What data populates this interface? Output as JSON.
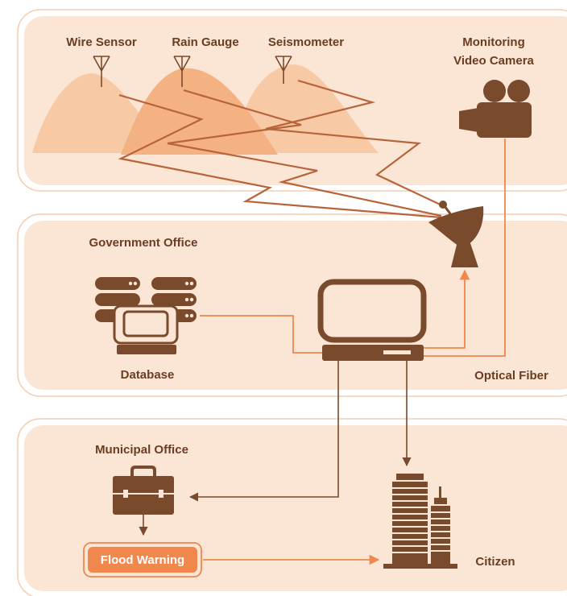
{
  "colors": {
    "panel_fill": "#fbe5d4",
    "panel_stroke": "#f3cdb3",
    "mountain_light": "#f7c9a4",
    "mountain_mid": "#f4b182",
    "brown": "#7a4a2c",
    "signal_line": "#b8643a",
    "orange": "#f0874d",
    "label": "#6b3d22"
  },
  "sections": {
    "sensing": {
      "sensors": [
        "Wire Sensor",
        "Rain Gauge",
        "Seismometer"
      ],
      "camera_label_line1": "Monitoring",
      "camera_label_line2": "Video Camera"
    },
    "government": {
      "title": "Government Office",
      "database_label": "Database",
      "fiber_label": "Optical Fiber"
    },
    "municipal": {
      "title": "Municipal Office",
      "warning_label": "Flood Warning",
      "citizen_label": "Citizen"
    }
  },
  "icons": [
    "antenna-icon",
    "video-camera-icon",
    "satellite-dish-icon",
    "server-rack-icon",
    "computer-icon",
    "briefcase-icon",
    "building-icon"
  ]
}
